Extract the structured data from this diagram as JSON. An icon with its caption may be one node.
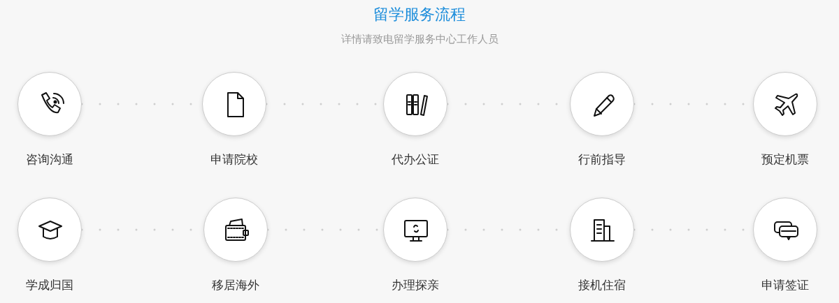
{
  "diagram": {
    "title": "留学服务流程",
    "caption": "详情请致电留学服务中心工作人员",
    "nodes": [
      {
        "text": [
          "咨询沟通"
        ]
      },
      {
        "text": [
          "申请院校"
        ]
      },
      {
        "text": [
          "代办公证"
        ]
      },
      {
        "text": [
          "行前指导"
        ]
      },
      {
        "text": [
          "预定机票"
        ]
      },
      {
        "text": [
          "学成归国"
        ]
      },
      {
        "text": [
          "移居海外"
        ]
      },
      {
        "text": [
          "办理探亲"
        ]
      },
      {
        "text": [
          "接机住宿"
        ]
      },
      {
        "text": [
          "申请签证"
        ]
      }
    ],
    "edges": [
      {
        "from": 0,
        "to": 1,
        "arrow": "none"
      },
      {
        "from": 1,
        "to": 2,
        "arrow": "none"
      },
      {
        "from": 2,
        "to": 3,
        "arrow": "none"
      },
      {
        "from": 3,
        "to": 4,
        "arrow": "none"
      },
      {
        "from": 5,
        "to": 6,
        "arrow": "none"
      },
      {
        "from": 6,
        "to": 7,
        "arrow": "none"
      },
      {
        "from": 7,
        "to": 8,
        "arrow": "none"
      },
      {
        "from": 8,
        "to": 9,
        "arrow": "none"
      }
    ]
  }
}
